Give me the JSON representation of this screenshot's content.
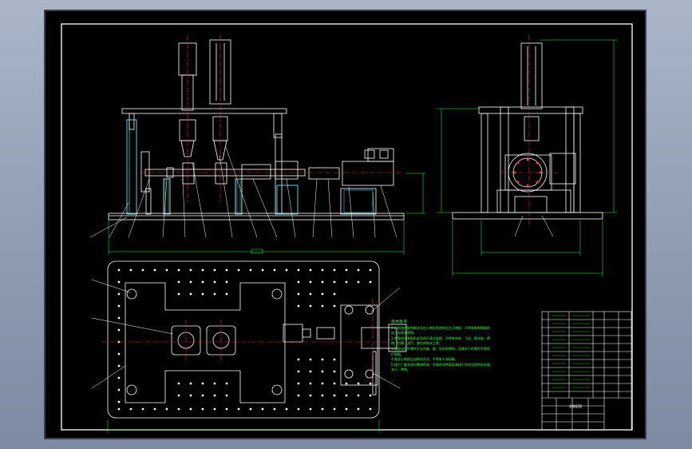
{
  "drawing": {
    "background_color": "#000000",
    "line_color": "#ffffff",
    "dimension_color": "#33ff33",
    "centerline_color": "#ff2a2a",
    "hatch_color": "#19d4e6"
  },
  "notes": {
    "heading": "技术要求",
    "lines": [
      "1.本系统的配件都必须在入库检验合格后方可装配，不得有影响装配的",
      "加工毛刺或锈蚀。",
      "2.各零部件装配前必须进行清洁处理，不得有毛刺、飞边、氧化皮、锈",
      "蚀、切屑、油污、着色剂和灰尘等。",
      "3.装配过程中零件不允许磕、碰、划伤和锈蚀，油漆未干的零件不得进",
      "行装配。",
      "4.各部分装配后应转动灵活，不得有卡滞现象。",
      "5.按工厂要求进行整体喷漆，涂漆前须将表面清理干净并且经喷砂处理，",
      "油污、锈蚀。"
    ]
  },
  "title_block": {
    "drawing_name": "总装配图"
  }
}
